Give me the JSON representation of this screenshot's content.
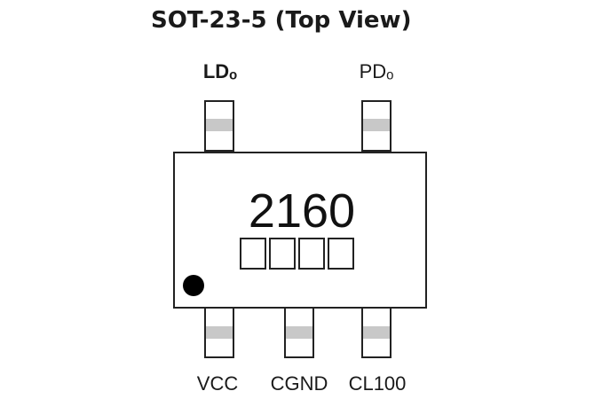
{
  "diagram": {
    "title": "SOT-23-5 (Top View)",
    "marking_text": "2160",
    "marking_code_box_count": 4,
    "top_pins": [
      {
        "label": "LDₒ"
      },
      {
        "label": "PDₒ"
      }
    ],
    "bottom_pins": [
      {
        "label": "VCC"
      },
      {
        "label": "CGND"
      },
      {
        "label": "CL100"
      }
    ],
    "colors": {
      "outline": "#222222",
      "pin_band": "#c8c8c8",
      "pin1_marker": "#000000"
    }
  }
}
